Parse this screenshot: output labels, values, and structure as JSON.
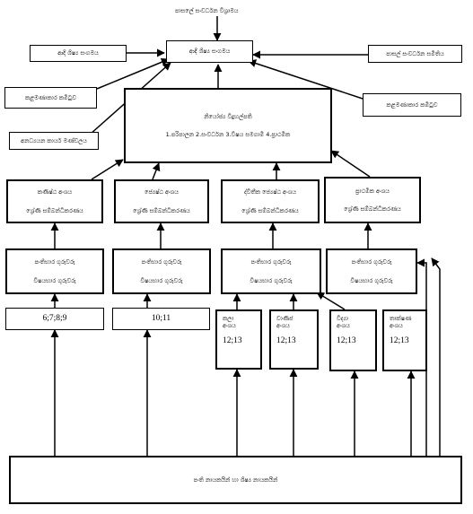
{
  "top_label": "පාසලේ සංවර්ධන විශ්‍රාමය",
  "center": {
    "label": "ආදි ශිෂ්‍ය සංගමය"
  },
  "left_top": "ආදි ශිෂ්‍ය සංගමය",
  "right_top": "පාසල් සංවර්ධන සමිතිය",
  "left_mid": "කළමණාකාර කමිටුව",
  "right_mid": "කළමණාකාර කමිටුව",
  "left_low": "අනධ්‍යයන කාර්ය මණ්ඩලය",
  "admin": {
    "title": "නියෝජ්‍ය විදුහල්පති",
    "subtitle": "1.පරිපාලන  2.සංවර්ධන  3.විෂය සමගාමී  4.ප්‍රාථමික"
  },
  "sections": [
    {
      "line1": "කණිෂ්ඨ අංශය",
      "line2": "ශ්‍රේණි සම්බන්ධීකරණය"
    },
    {
      "line1": "ජ්‍යෙෂ්ඨ අංශය",
      "line2": "ශ්‍රේණි සම්බන්ධීකරණය"
    },
    {
      "line1": "ද්විතීක ජ්‍යෙෂ්ඨ අංශය",
      "line2": "ශ්‍රේණි සම්බන්ධීකරණය"
    },
    {
      "line1": "ප්‍රාථමික අංශය",
      "line2": "ශ්‍රේණි සම්බන්ධීකරණය"
    }
  ],
  "teachers": [
    {
      "line1": "පංතිභාර ගුරුවරු",
      "line2": "විෂයභාර ගුරුවරු"
    },
    {
      "line1": "පංතිභාර ගුරුවරු",
      "line2": "විෂයභාර ගුරුවරු"
    },
    {
      "line1": "පංතිභාර ගුරුවරු",
      "line2": "විෂයභාර ගුරුවරු"
    },
    {
      "line1": "පංතිභාර ගුරුවරු",
      "line2": "විෂයභාර ගුරුවරු"
    }
  ],
  "grades": {
    "junior": "6;7;8;9",
    "senior": "10;11"
  },
  "streams": [
    {
      "name1": "කලා",
      "name2": "අංශය",
      "grades": "12;13"
    },
    {
      "name1": "වාණිජ",
      "name2": "අංශය",
      "grades": "12;13"
    },
    {
      "name1": "විද්‍යා",
      "name2": "අංශය",
      "grades": "12;13"
    },
    {
      "name1": "තාක්ෂණ",
      "name2": "අංශය",
      "grades": "12;13"
    }
  ],
  "bottom": "පංති නායකයින් හා ශිෂ්‍ය නායකයින්"
}
